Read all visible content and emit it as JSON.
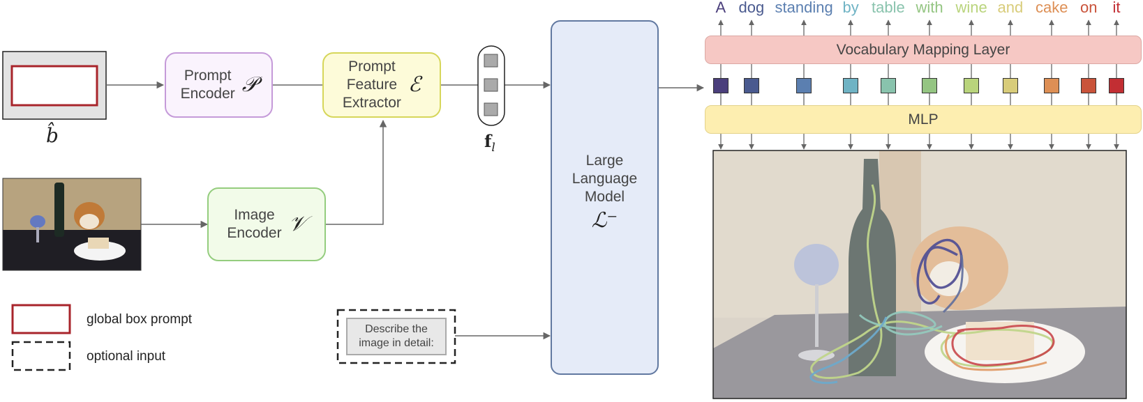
{
  "encoders": {
    "prompt_encoder": {
      "label_line1": "Prompt",
      "label_line2": "Encoder",
      "symbol": "𝒫"
    },
    "prompt_feature_extractor": {
      "label_line1": "Prompt",
      "label_line2": "Feature",
      "label_line3": "Extractor",
      "symbol": "ℰ"
    },
    "image_encoder": {
      "label_line1": "Image",
      "label_line2": "Encoder",
      "symbol": "𝒱"
    },
    "llm": {
      "label_line1": "Large",
      "label_line2": "Language",
      "label_line3": "Model",
      "symbol": "ℒ⁻"
    }
  },
  "labels": {
    "box_prompt_symbol": "b̂",
    "feature_symbol": "f",
    "feature_subscript": "l",
    "optional_prompt": "Describe the image in detail:"
  },
  "legend": {
    "global_box": "global box prompt",
    "optional": "optional input"
  },
  "output": {
    "vocab_layer": "Vocabulary Mapping Layer",
    "mlp": "MLP",
    "words": [
      "A",
      "dog",
      "standing",
      "by",
      "table",
      "with",
      "wine",
      "and",
      "cake",
      "on",
      "it"
    ],
    "colors": [
      "#4b3f7c",
      "#4a5a8f",
      "#5b7fb0",
      "#6fb3c4",
      "#89c3ad",
      "#94c582",
      "#b9d47c",
      "#d8cc7a",
      "#dd8f55",
      "#c9533a",
      "#c22e33"
    ]
  },
  "colors": {
    "prompt_encoder_border": "#c59ad9",
    "prompt_encoder_fill": "#faf3fd",
    "feature_extractor_border": "#d6d65a",
    "feature_extractor_fill": "#fdfbd9",
    "image_encoder_border": "#94cd7e",
    "image_encoder_fill": "#f2fbe9",
    "llm_border": "#6178a0",
    "llm_fill": "#e5ebf8",
    "vocab_fill": "#f6c8c4",
    "mlp_fill": "#fdeeb0",
    "box_prompt_red": "#a8242b"
  }
}
